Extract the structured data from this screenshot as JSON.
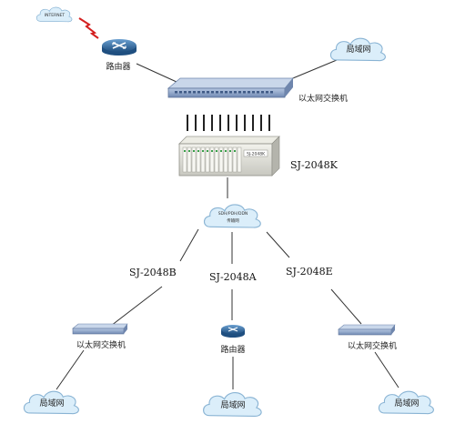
{
  "internet": {
    "label": "INTERNET"
  },
  "router_top": {
    "label": "路由器"
  },
  "router_bottom": {
    "label": "路由器"
  },
  "switch_main": {
    "label": "以太网交换机"
  },
  "switch_left": {
    "label": "以太网交换机"
  },
  "switch_right": {
    "label": "以太网交换机"
  },
  "lan_top": {
    "label": "局域网"
  },
  "lan_left": {
    "label": "局域网"
  },
  "lan_center": {
    "label": "局域网"
  },
  "lan_right": {
    "label": "局域网"
  },
  "chassis": {
    "label": "SJ-2048K",
    "badge": "SJ-2048K"
  },
  "transport": {
    "line1": "SDH/PDH/DDN",
    "line2": "传输网"
  },
  "branches": {
    "b": "SJ-2048B",
    "a": "SJ-2048A",
    "e": "SJ-2048E"
  },
  "colors": {
    "cloud_fill": "#dbeefa",
    "cloud_stroke": "#8ab4d4",
    "router_blue": "#2f6fa8",
    "switch_blue": "#8da8cc",
    "chassis_gray": "#dcdcd4",
    "line": "#333333",
    "lightning": "#d42020"
  }
}
